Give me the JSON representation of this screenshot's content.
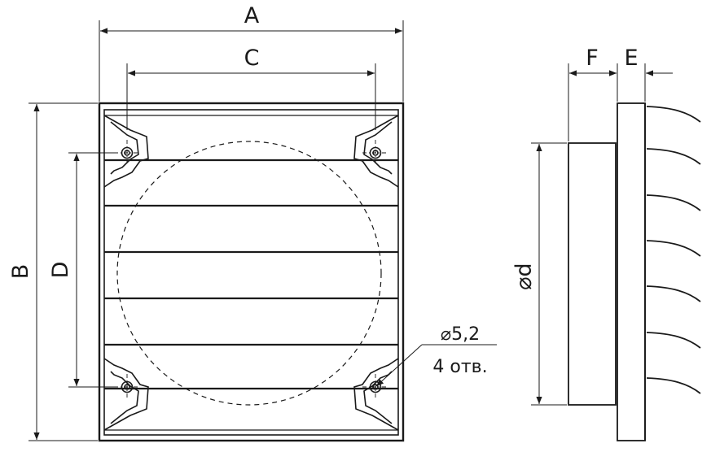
{
  "drawing": {
    "dimensions": {
      "A": "A",
      "B": "B",
      "C": "C",
      "D": "D",
      "E": "E",
      "F": "F",
      "diameter": "⌀d"
    },
    "hole_callout": {
      "diameter": "⌀5,2",
      "count": "4 отв."
    }
  }
}
